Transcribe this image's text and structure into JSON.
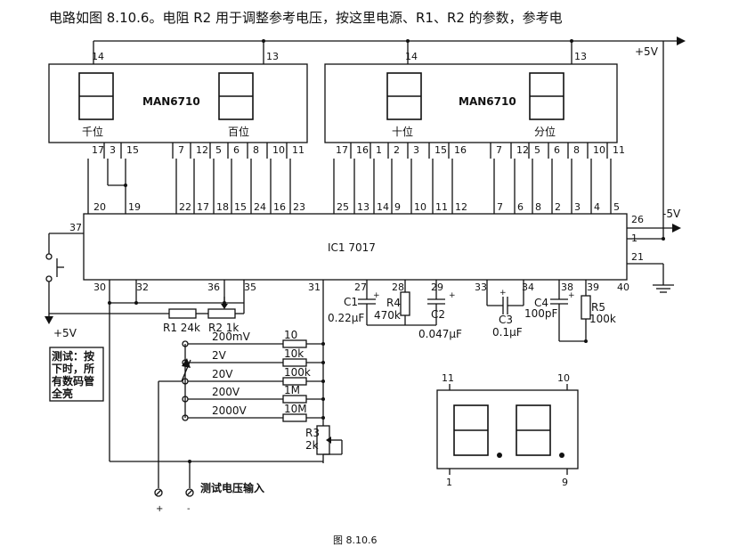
{
  "header_text": "电路如图 8.10.6。电阻 R2 用于调整参考电压，按这里电源、R1、R2 的参数，参考电",
  "figure_caption": "图 8.10.6",
  "colors": {
    "ink": "#111111",
    "paper": "#ffffff"
  },
  "display_left": {
    "part": "MAN6710",
    "digit_labels": [
      "千位",
      "百位"
    ],
    "top_pins": [
      "14",
      "13"
    ],
    "bottom_pins": [
      "17",
      "3",
      "15",
      "7",
      "12",
      "5",
      "6",
      "8",
      "10",
      "11"
    ]
  },
  "display_right": {
    "part": "MAN6710",
    "digit_labels": [
      "十位",
      "分位"
    ],
    "top_pins": [
      "14",
      "13"
    ],
    "bottom_pins": [
      "17",
      "16",
      "1",
      "2",
      "3",
      "15",
      "16",
      "7",
      "12",
      "5",
      "6",
      "8",
      "10",
      "11"
    ]
  },
  "ic": {
    "label": "IC1 7017",
    "top_pins": [
      "20",
      "19",
      "22",
      "17",
      "18",
      "15",
      "24",
      "16",
      "23",
      "25",
      "13",
      "14",
      "9",
      "10",
      "11",
      "12",
      "7",
      "6",
      "8",
      "2",
      "3",
      "4",
      "5"
    ],
    "left_pin": "37",
    "right_pins": [
      "26",
      "1",
      "21"
    ],
    "bottom_pins": [
      "30",
      "32",
      "36",
      "35",
      "31",
      "27",
      "28",
      "29",
      "33",
      "34",
      "38",
      "39",
      "40"
    ]
  },
  "supply": {
    "pos_right": "+5V",
    "neg_right": "-5V",
    "pos_left": "+5V"
  },
  "components": {
    "r1": "R1  24k",
    "r2": "R2  1k",
    "c1": "C1",
    "c1_value": "0.22μF",
    "r4": "R4",
    "r4_value": "470k",
    "c2": "C2",
    "c2_value": "0.047μF",
    "c3": "C3",
    "c3_value": "0.1μF",
    "c4": "C4",
    "c4_value": "100pF",
    "r5": "R5",
    "r5_value": "100k",
    "r3": "R3",
    "r3_value": "2k"
  },
  "ranges": [
    {
      "label": "200mV",
      "resistor": "10"
    },
    {
      "label": "2V",
      "resistor": "10k"
    },
    {
      "label": "20V",
      "resistor": "100k"
    },
    {
      "label": "200V",
      "resistor": "1M"
    },
    {
      "label": "2000V",
      "resistor": "10M"
    }
  ],
  "test_note": [
    "测试：按",
    "下时，所",
    "有数码管",
    "全亮"
  ],
  "input_label": "测试电压输入",
  "input_terminals": [
    "+",
    "-"
  ],
  "inset": {
    "top_pins": [
      "11",
      "10"
    ],
    "bottom_pins": [
      "1",
      "9"
    ]
  }
}
